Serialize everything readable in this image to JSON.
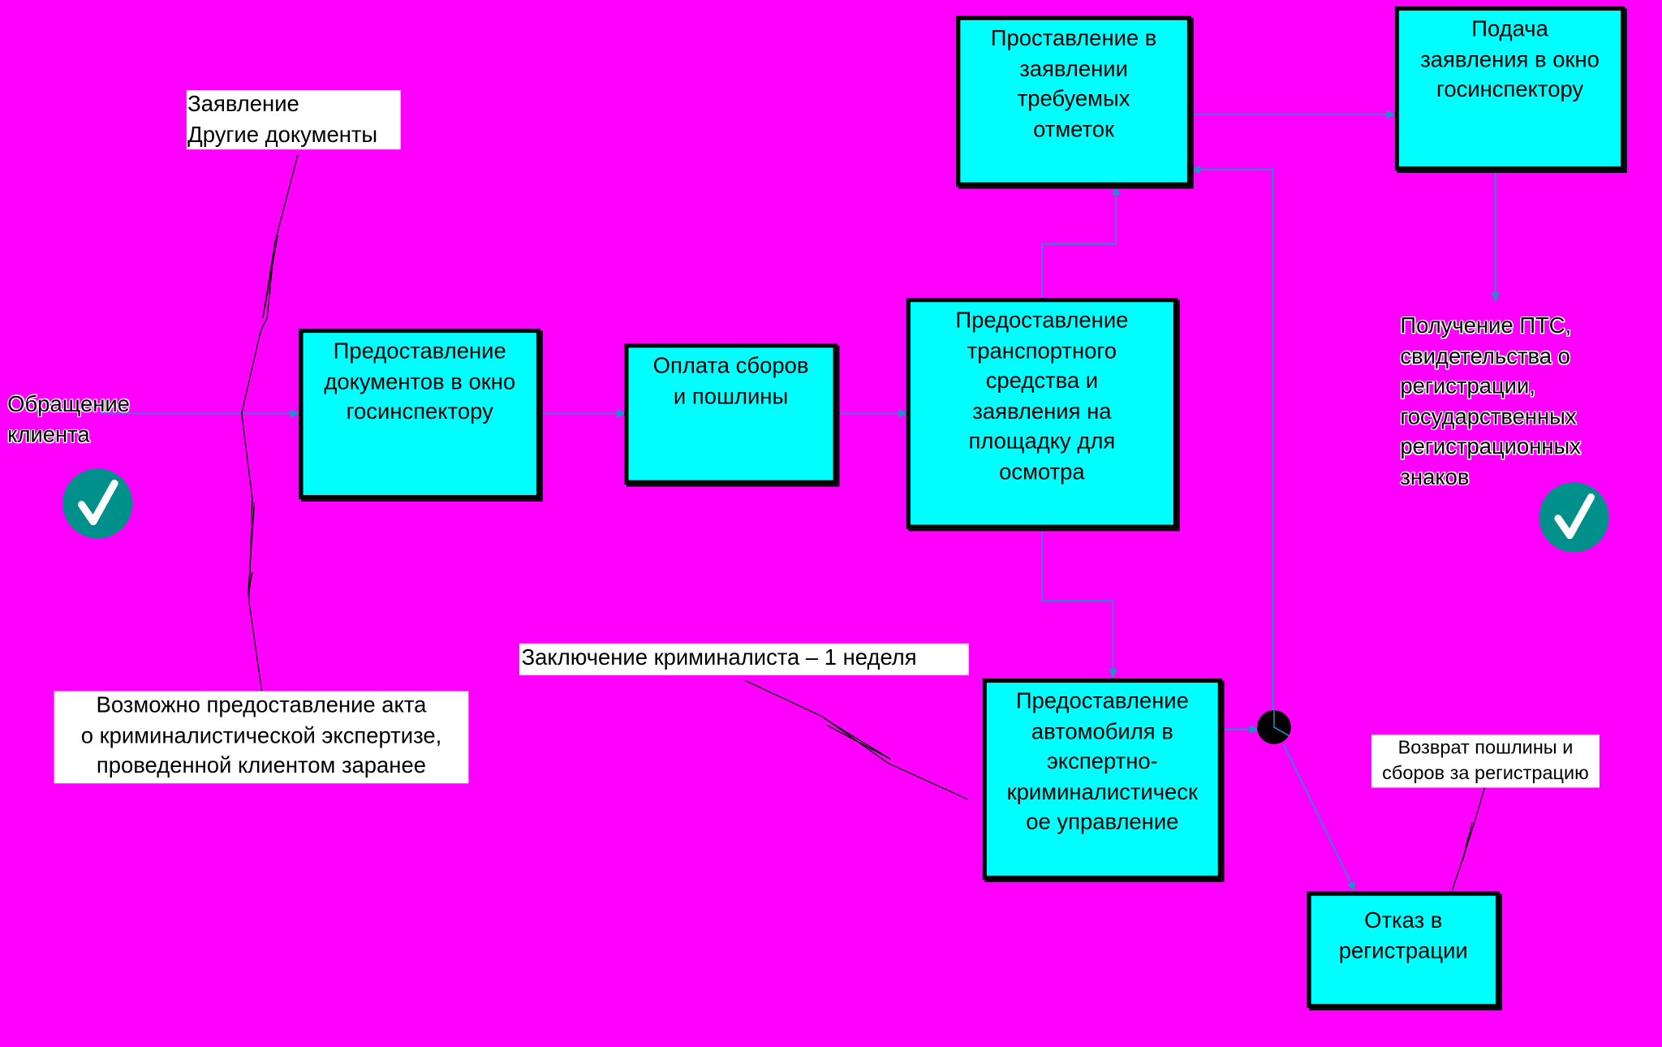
{
  "colors": {
    "background": "#FF00FF",
    "box_fill": "#00FFFF",
    "box_border": "#000000",
    "connector": "#1E90C8",
    "callout_line": "#000000",
    "check_badge": "#00908C"
  },
  "start": {
    "label": [
      "Обращение",
      "клиента"
    ],
    "icon": "checkmark-badge-icon"
  },
  "steps": {
    "submit_documents": [
      "Предоставление",
      "документов в окно",
      "госинспектору"
    ],
    "pay_fees": [
      "Оплата сборов",
      "и пошлины"
    ],
    "vehicle_inspection": [
      "Предоставление",
      "транспортного",
      "средства и",
      "заявления на",
      "площадку для",
      "осмотра"
    ],
    "application_marks": [
      "Проставление в",
      "заявлении",
      "требуемых",
      "отметок"
    ],
    "submit_application": [
      "Подача",
      "заявления в окно",
      "госинспектору"
    ],
    "forensic_department": [
      "Предоставление",
      "автомобиля в",
      "экспертно-",
      "криминалистическ",
      "ое управление"
    ],
    "refusal": [
      "Отказ в",
      "регистрации"
    ]
  },
  "notes": {
    "documents": [
      "Заявление",
      "Другие документы"
    ],
    "forensic_act": [
      "Возможно предоставление акта",
      "о криминалистической экспертизе,",
      "проведенной клиентом заранее"
    ],
    "forensic_conclusion": "Заключение криминалиста – 1 неделя",
    "refund": [
      "Возврат пошлины и",
      "сборов за регистрацию"
    ]
  },
  "result": {
    "label": [
      "Получение ПТС,",
      "свидетельства о",
      "регистрации,",
      "государственных",
      "регистрационных",
      "знаков"
    ],
    "icon": "checkmark-badge-icon"
  },
  "decision": {
    "icon": "decision-node-icon"
  }
}
